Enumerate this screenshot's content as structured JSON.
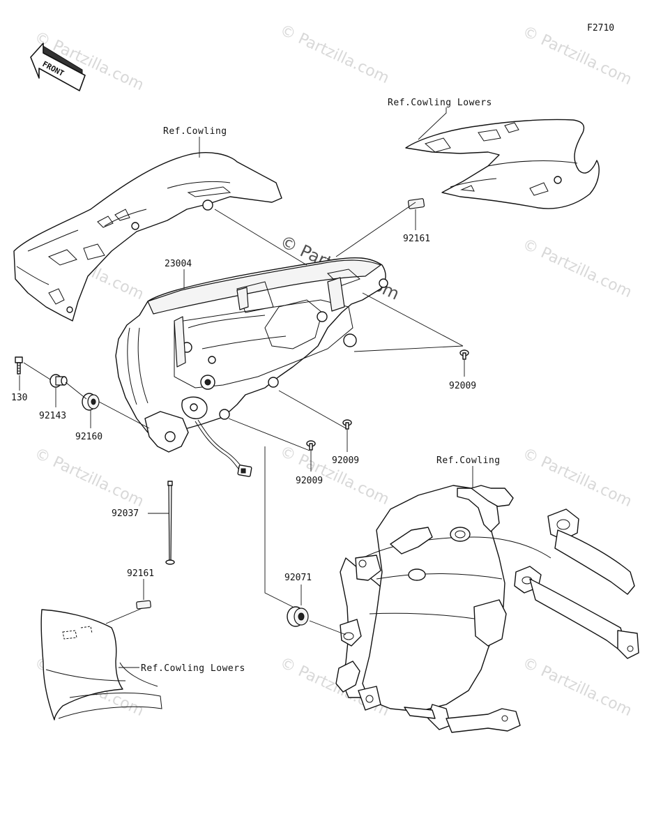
{
  "diagram_code": "F2710",
  "front_arrow": {
    "label": "FRONT",
    "icon": "front-direction-arrow-icon"
  },
  "watermark": {
    "text": "© Partzilla.com"
  },
  "callouts": {
    "ref_cowling_top": "Ref.Cowling",
    "ref_cowling_lowers_top": "Ref.Cowling Lowers",
    "ref_cowling_right": "Ref.Cowling",
    "ref_cowling_lowers_bottom": "Ref.Cowling Lowers",
    "part_23004": "23004",
    "part_92161_top": "92161",
    "part_92009_a": "92009",
    "part_92009_b": "92009",
    "part_92009_c": "92009",
    "part_130": "130",
    "part_92143": "92143",
    "part_92160": "92160",
    "part_92037": "92037",
    "part_92161_bottom": "92161",
    "part_92071": "92071"
  }
}
